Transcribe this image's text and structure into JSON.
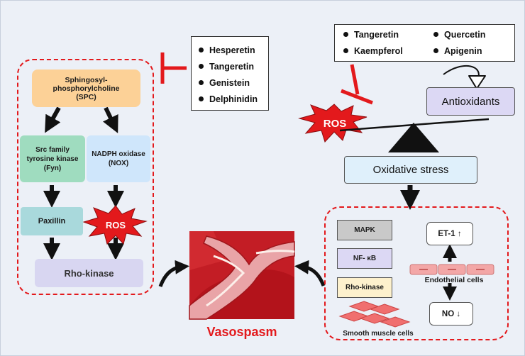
{
  "left_panel": {
    "spc": "Sphingosyl-\nphosphorylcholine\n(SPC)",
    "src": "Src family\ntyrosine kinase\n(Fyn)",
    "nox": "NADPH oxidase\n(NOX)",
    "paxillin": "Paxillin",
    "ros": "ROS",
    "rho": "Rho-kinase"
  },
  "inhibitor_list": [
    "Hesperetin",
    "Tangeretin",
    "Genistein",
    "Delphinidin"
  ],
  "antioxidant_list": [
    "Tangeretin",
    "Quercetin",
    "Kaempferol",
    "Apigenin"
  ],
  "antioxidants": "Antioxidants",
  "ros_right": "ROS",
  "oxidative_stress": "Oxidative stress",
  "right_panel": {
    "mapk": "MAPK",
    "nfkb": "NF- κB",
    "rho": "Rho-kinase",
    "smooth": "Smooth muscle cells",
    "et1": "ET-1 ↑",
    "endothelial": "Endothelial cells",
    "no": "NO ↓"
  },
  "vasospasm": "Vasospasm",
  "colors": {
    "dashed_border": "#e3191c",
    "spc": "#fcd197",
    "src": "#9fdcbf",
    "nox": "#cfe6fb",
    "paxillin": "#a9d9dc",
    "rho": "#d8d6f1",
    "antioxidants": "#dcd8f4",
    "oxidative": "#dff0fb",
    "ros": "#e3191c",
    "vasospasm": "#e3191c"
  }
}
